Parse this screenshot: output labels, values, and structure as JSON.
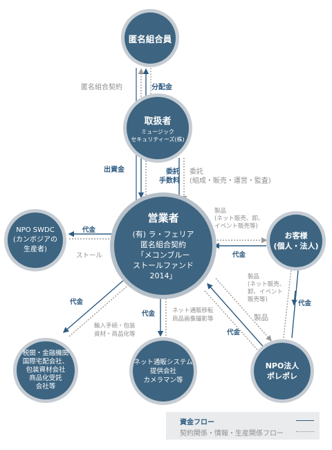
{
  "nodes": {
    "investors": "匿名組合員",
    "handler_title": "取扱者",
    "handler_line1": "ミュージック",
    "handler_line2": "セキュリティーズ(株)",
    "operator_title": "営業者",
    "operator_line1": "(有) ラ・フェリア",
    "operator_line2": "匿名組合契約",
    "operator_line3": "「メコンブルー",
    "operator_line4": "ストールファンド",
    "operator_line5": "2014」",
    "npo_swdc_line1": "NPO SWDC",
    "npo_swdc_line2": "(カンボジアの",
    "npo_swdc_line3": "生産者)",
    "customers_line1": "お客様",
    "customers_line2": "(個人・法人)",
    "agencies_line1": "税関・金融機関",
    "agencies_line2": "国際宅配会社、",
    "agencies_line3": "包装資材会社",
    "agencies_line4": "商品化受託",
    "agencies_line5": "会社等",
    "netshop_line1": "ネット通販システム",
    "netshop_line2": "提供会社",
    "netshop_line3": "カメラマン等",
    "npo_pole_line1": "NPO法人",
    "npo_pole_line2": "ポレポレ"
  },
  "labels": {
    "investor_contract": "匿名組合契約",
    "distribution": "分配金",
    "investment": "出資金",
    "commission_line1": "委託",
    "commission_line2": "手数料",
    "consign_line1": "委託",
    "consign_line2": "(組成・販売・運営・監査)",
    "product_right_line1": "製品",
    "product_right_line2": "(ネット販売、卸、",
    "product_right_line3": "イベント販売等)",
    "payment_customer": "代金",
    "payment_swdc": "代金",
    "stole": "ストール",
    "payment_agencies": "代金",
    "import_line1": "輸入手続・包装",
    "import_line2": "資材・商品化等",
    "payment_netshop": "代金",
    "netshop_info_line1": "ネット通販移転",
    "netshop_info_line2": "商品画像撮影等",
    "payment_pole": "代金",
    "product_pole": "製品",
    "pole_customer_line1": "製品",
    "pole_customer_line2": "(ネット販売、",
    "pole_customer_line3": "卸、イベント",
    "pole_customer_line4": "販売等)",
    "payment_pole_customer": "代金"
  },
  "legend": {
    "money_flow": "資金フロー",
    "contract_flow": "契約関係・情報・生産関係フロー"
  },
  "colors": {
    "node": "#3d6480",
    "money_line": "#2f5b80",
    "contract_line": "#9a9a9a"
  }
}
